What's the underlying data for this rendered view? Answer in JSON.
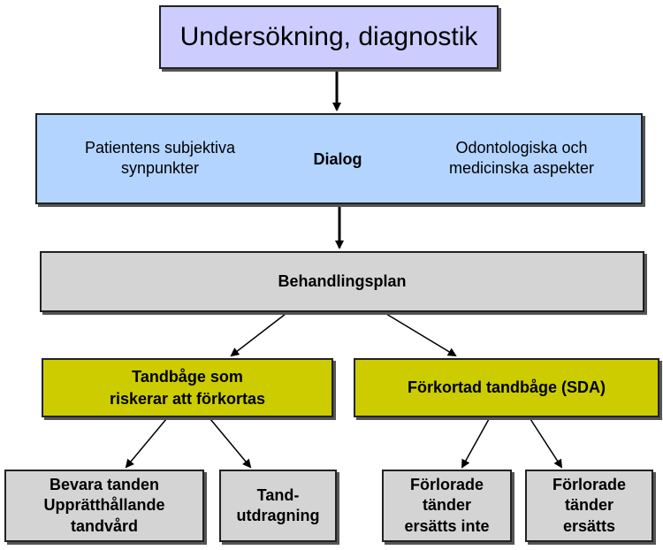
{
  "colors": {
    "title_fill": "#ccccff",
    "dialog_fill": "#b3d4ff",
    "plan_fill": "#d4d4d4",
    "branch_fill": "#cccc00",
    "leaf_fill": "#d4d4d4",
    "border": "#222222",
    "arrow": "#000000"
  },
  "title": "Undersökning, diagnostik",
  "dialog": {
    "left": "Patientens subjektiva\nsynpunkter",
    "center": "Dialog",
    "right": "Odontologiska och\nmedicinska aspekter"
  },
  "plan": "Behandlingsplan",
  "branches": {
    "short": "Tandbåge som\nriskerar att förkortas",
    "sda": "Förkortad tandbåge (SDA)"
  },
  "leaves": {
    "preserve": "Bevara tanden\nUpprätthållande\ntandvård",
    "extraction": "Tand-\nutdragning",
    "not_replaced": "Förlorade\ntänder\nersätts inte",
    "replaced": "Förlorade\ntänder\nersätts"
  }
}
